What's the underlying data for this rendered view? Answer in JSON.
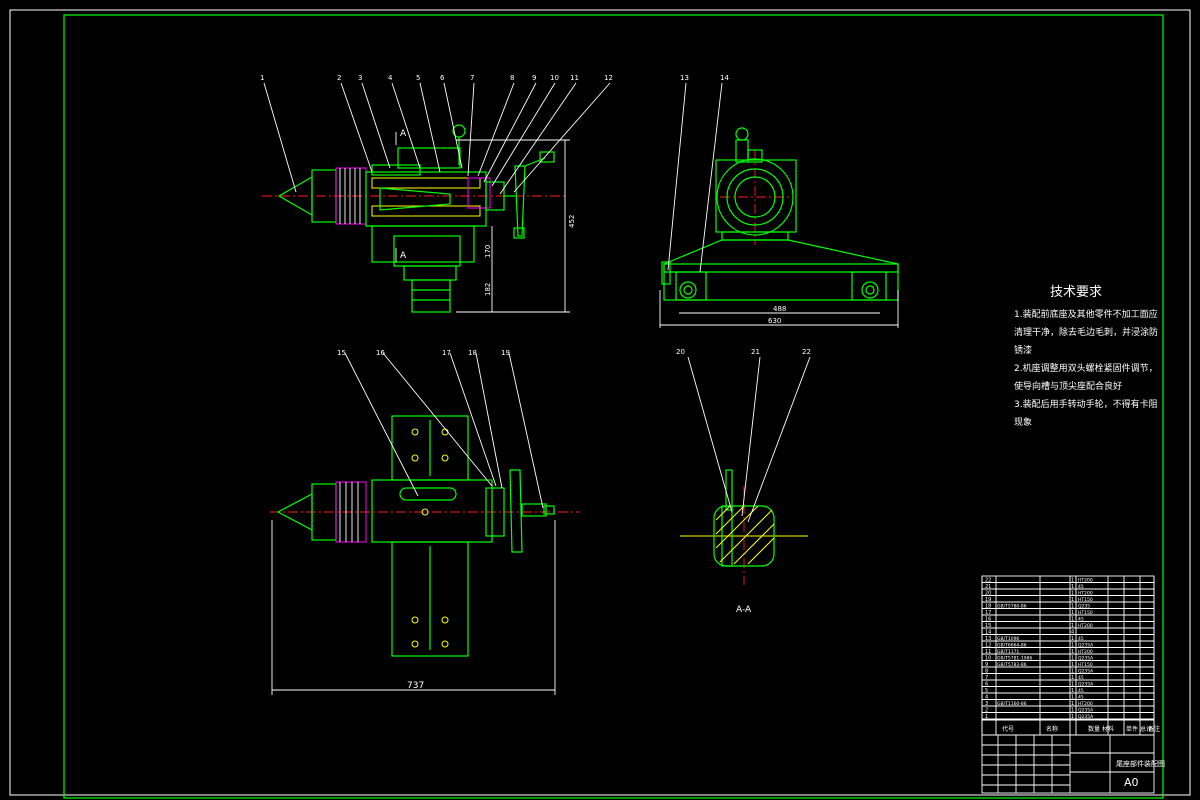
{
  "drawing": {
    "part_numbers": [
      "1",
      "2",
      "3",
      "4",
      "5",
      "6",
      "7",
      "8",
      "9",
      "10",
      "11",
      "12",
      "13",
      "14",
      "15",
      "16",
      "17",
      "18",
      "19",
      "20",
      "21",
      "22"
    ],
    "dimensions": {
      "top_view_height": "452",
      "top_view_sub1": "170",
      "top_view_sub2": "182",
      "side_view_inner": "488",
      "side_view_outer": "630",
      "bottom_view_width": "737"
    },
    "section_markers": {
      "marker_top": "A",
      "marker_bottom": "A",
      "section_label": "A-A"
    },
    "tech_requirements": {
      "title": "技术要求",
      "items": [
        "1.装配前底座及其他零件不加工面应",
        "清理干净，除去毛边毛刺，并浸涂防",
        "锈漆",
        "2.机座调整用双头螺栓紧固件调节，",
        "使导向槽与顶尖座配合良好",
        "3.装配后用手转动手轮，不得有卡阻",
        "现象"
      ]
    },
    "title_block": {
      "header_cols": [
        "代号",
        "名称",
        "数量",
        "材料",
        "单件",
        "总计",
        "备注"
      ],
      "school": "",
      "drawing_name": "尾座部件装配图",
      "sheet_size": "A0",
      "bom_rows": [
        {
          "no": "22",
          "code": "",
          "name": "",
          "qty": "1",
          "mat": "HT200"
        },
        {
          "no": "21",
          "code": "",
          "name": "",
          "qty": "1",
          "mat": "45"
        },
        {
          "no": "20",
          "code": "",
          "name": "",
          "qty": "1",
          "mat": "HT200"
        },
        {
          "no": "19",
          "code": "",
          "name": "",
          "qty": "1",
          "mat": "HT150"
        },
        {
          "no": "18",
          "code": "GB/T5780-86",
          "name": "",
          "qty": "1",
          "mat": "Q235"
        },
        {
          "no": "17",
          "code": "",
          "name": "",
          "qty": "1",
          "mat": "HT150"
        },
        {
          "no": "16",
          "code": "",
          "name": "",
          "qty": "1",
          "mat": "45"
        },
        {
          "no": "15",
          "code": "",
          "name": "",
          "qty": "1",
          "mat": "HT200"
        },
        {
          "no": "14",
          "code": "",
          "name": "",
          "qty": "4",
          "mat": ""
        },
        {
          "no": "13",
          "code": "GB/T1096",
          "name": "",
          "qty": "1",
          "mat": "45"
        },
        {
          "no": "12",
          "code": "GB/T6664-86",
          "name": "",
          "qty": "1",
          "mat": "Q235A"
        },
        {
          "no": "11",
          "code": "GB/T1171",
          "name": "",
          "qty": "1",
          "mat": "HT200"
        },
        {
          "no": "10",
          "code": "GB/T5781-1986",
          "name": "",
          "qty": "1",
          "mat": "Q235A"
        },
        {
          "no": "9",
          "code": "GB/T5783-86",
          "name": "",
          "qty": "1",
          "mat": "HT150"
        },
        {
          "no": "8",
          "code": "",
          "name": "",
          "qty": "1",
          "mat": "Q235A"
        },
        {
          "no": "7",
          "code": "",
          "name": "",
          "qty": "1",
          "mat": "45"
        },
        {
          "no": "6",
          "code": "",
          "name": "",
          "qty": "1",
          "mat": "Q235A"
        },
        {
          "no": "5",
          "code": "",
          "name": "",
          "qty": "1",
          "mat": "45"
        },
        {
          "no": "4",
          "code": "",
          "name": "",
          "qty": "1",
          "mat": "45"
        },
        {
          "no": "3",
          "code": "GB/T1160-86",
          "name": "",
          "qty": "1",
          "mat": "HT200"
        },
        {
          "no": "2",
          "code": "",
          "name": "",
          "qty": "1",
          "mat": "Q235A"
        },
        {
          "no": "1",
          "code": "",
          "name": "",
          "qty": "1",
          "mat": "Q235A"
        }
      ]
    }
  },
  "colors": {
    "background": "#000000",
    "outline": "#00ff00",
    "annotation": "#ffffff",
    "centerline": "#ff2020",
    "hatch": "#ffff00",
    "accent": "#ff00ff"
  }
}
